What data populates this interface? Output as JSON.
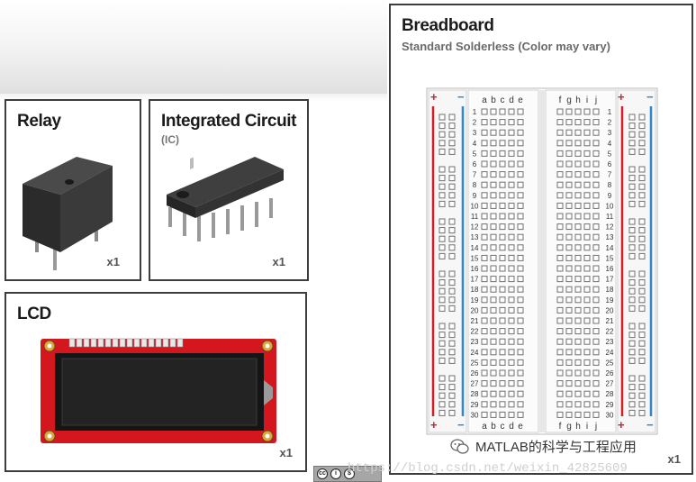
{
  "relay": {
    "title": "Relay",
    "qty": "x1"
  },
  "ic": {
    "title": "Integrated Circuit",
    "subtitle": "(IC)",
    "qty": "x1"
  },
  "lcd": {
    "title": "LCD",
    "qty": "x1"
  },
  "breadboard": {
    "title": "Breadboard",
    "subtitle": "Standard Solderless (Color may vary)",
    "qty": "x1",
    "plus": "+",
    "minus": "−",
    "left_columns": [
      "a",
      "b",
      "c",
      "d",
      "e"
    ],
    "right_columns": [
      "f",
      "g",
      "h",
      "i",
      "j"
    ],
    "row_count": 30
  },
  "watermark": {
    "text": "https://blog.csdn.net/weixin_42825609"
  },
  "wechat": {
    "text": "MATLAB的科学与工程应用"
  },
  "colors": {
    "rail_red": "#d11f28",
    "rail_blue": "#2f86c8",
    "lcd_board": "#d4161e",
    "lcd_screen": "#202020"
  }
}
